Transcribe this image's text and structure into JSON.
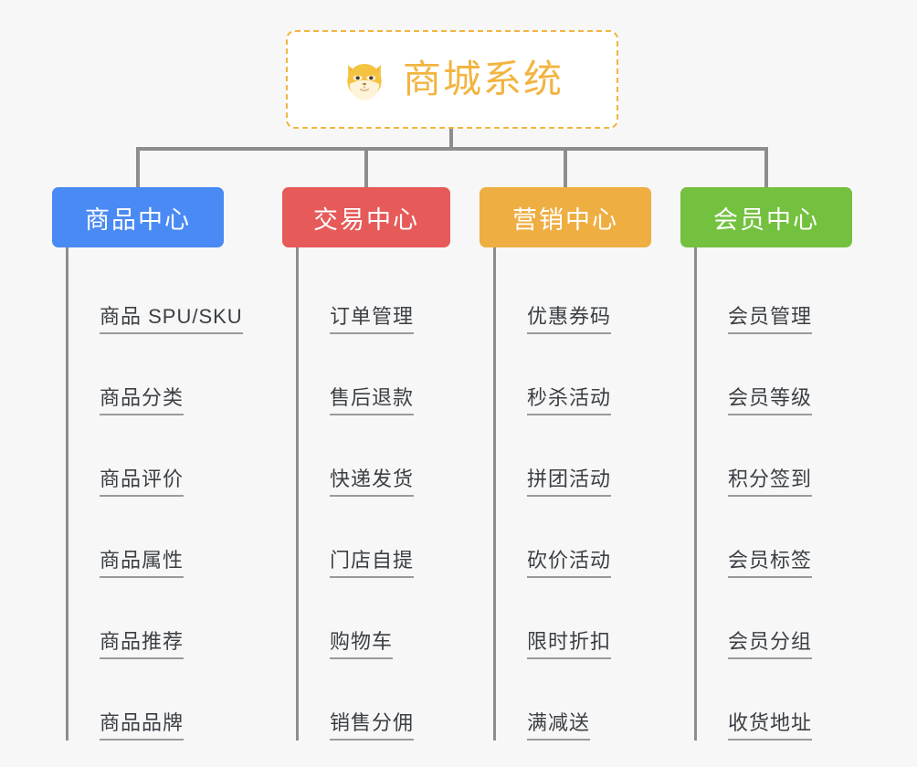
{
  "background_color": "#f7f7f7",
  "root": {
    "icon": "shiba-dog-face-emoji",
    "title": "商城系统",
    "border_color": "#f2b441",
    "text_color": "#f2b441"
  },
  "connector_color": "#8d8d8d",
  "columns": [
    {
      "header": "商品中心",
      "color": "#4a8af4",
      "items": [
        "商品 SPU/SKU",
        "商品分类",
        "商品评价",
        "商品属性",
        "商品推荐",
        "商品品牌"
      ]
    },
    {
      "header": "交易中心",
      "color": "#e65a5a",
      "items": [
        "订单管理",
        "售后退款",
        "快递发货",
        "门店自提",
        "购物车",
        "销售分佣"
      ]
    },
    {
      "header": "营销中心",
      "color": "#eeae42",
      "items": [
        "优惠券码",
        "秒杀活动",
        "拼团活动",
        "砍价活动",
        "限时折扣",
        "满减送"
      ]
    },
    {
      "header": "会员中心",
      "color": "#73c13f",
      "items": [
        "会员管理",
        "会员等级",
        "积分签到",
        "会员标签",
        "会员分组",
        "收货地址"
      ]
    }
  ]
}
